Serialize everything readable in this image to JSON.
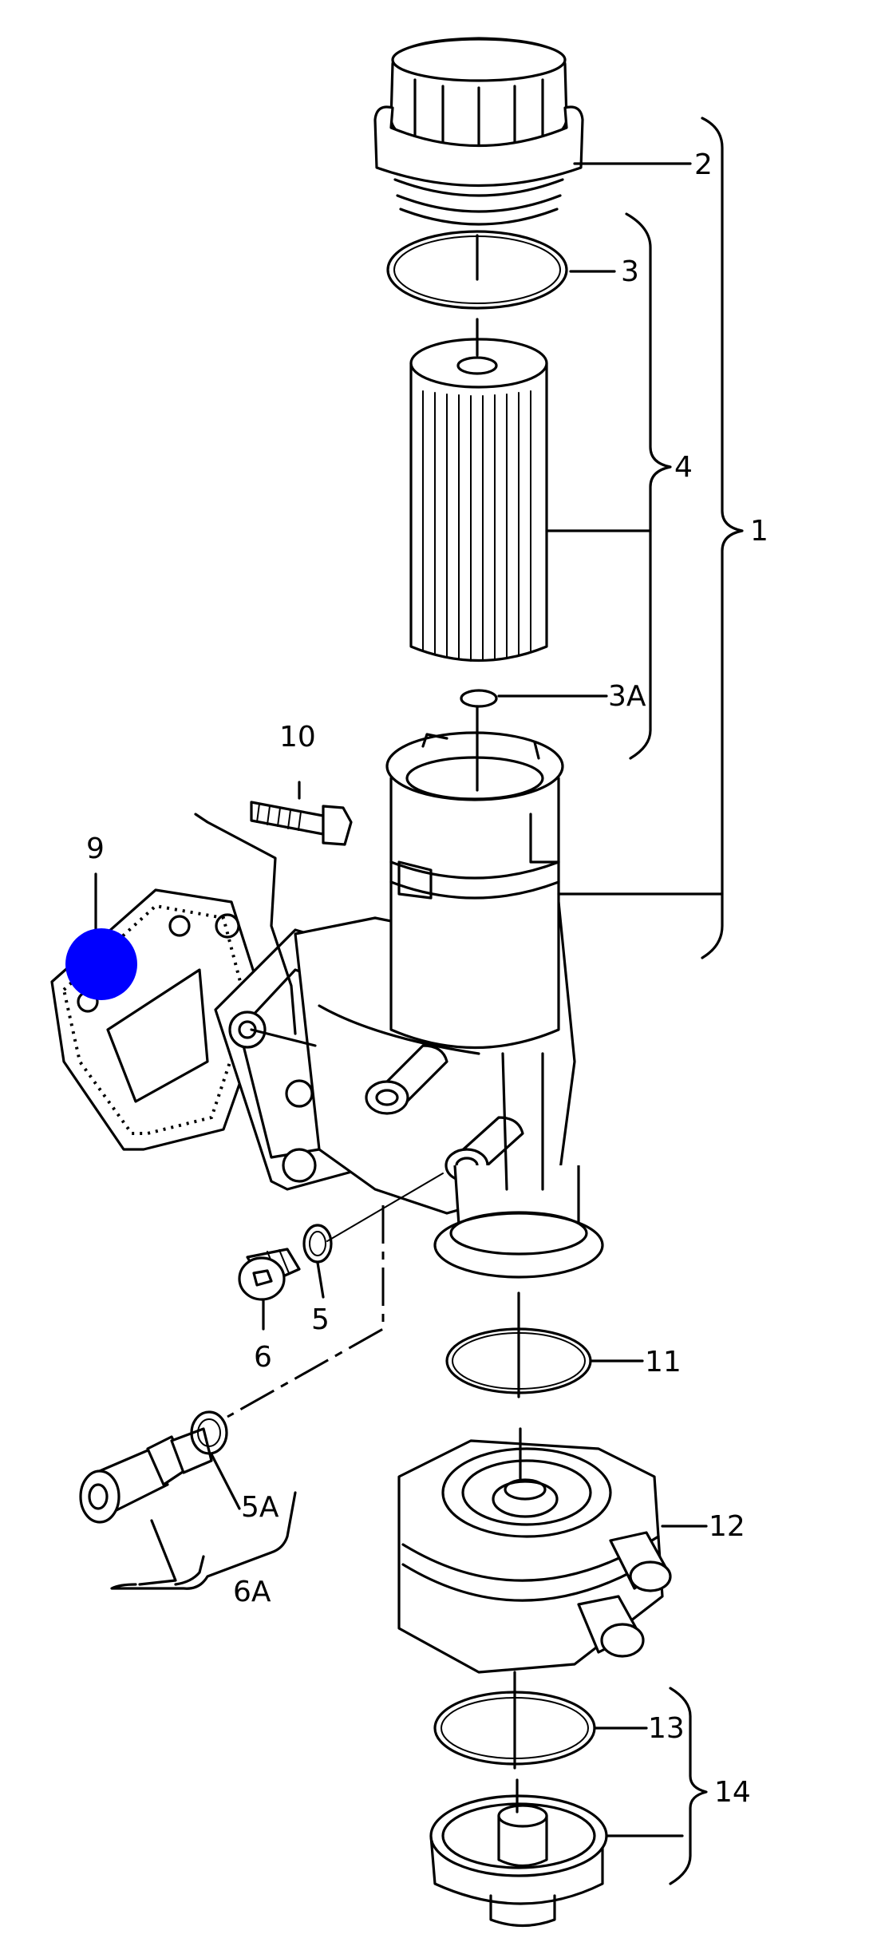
{
  "callouts": {
    "c1": "1",
    "c2": "2",
    "c3": "3",
    "c3a": "3A",
    "c4": "4",
    "c5": "5",
    "c5a": "5A",
    "c6": "6",
    "c6a": "6A",
    "c9": "9",
    "c10": "10",
    "c11": "11",
    "c12": "12",
    "c13": "13",
    "c14": "14"
  },
  "colors": {
    "line": "#000000",
    "background": "#ffffff",
    "marker": "#0000ff"
  }
}
